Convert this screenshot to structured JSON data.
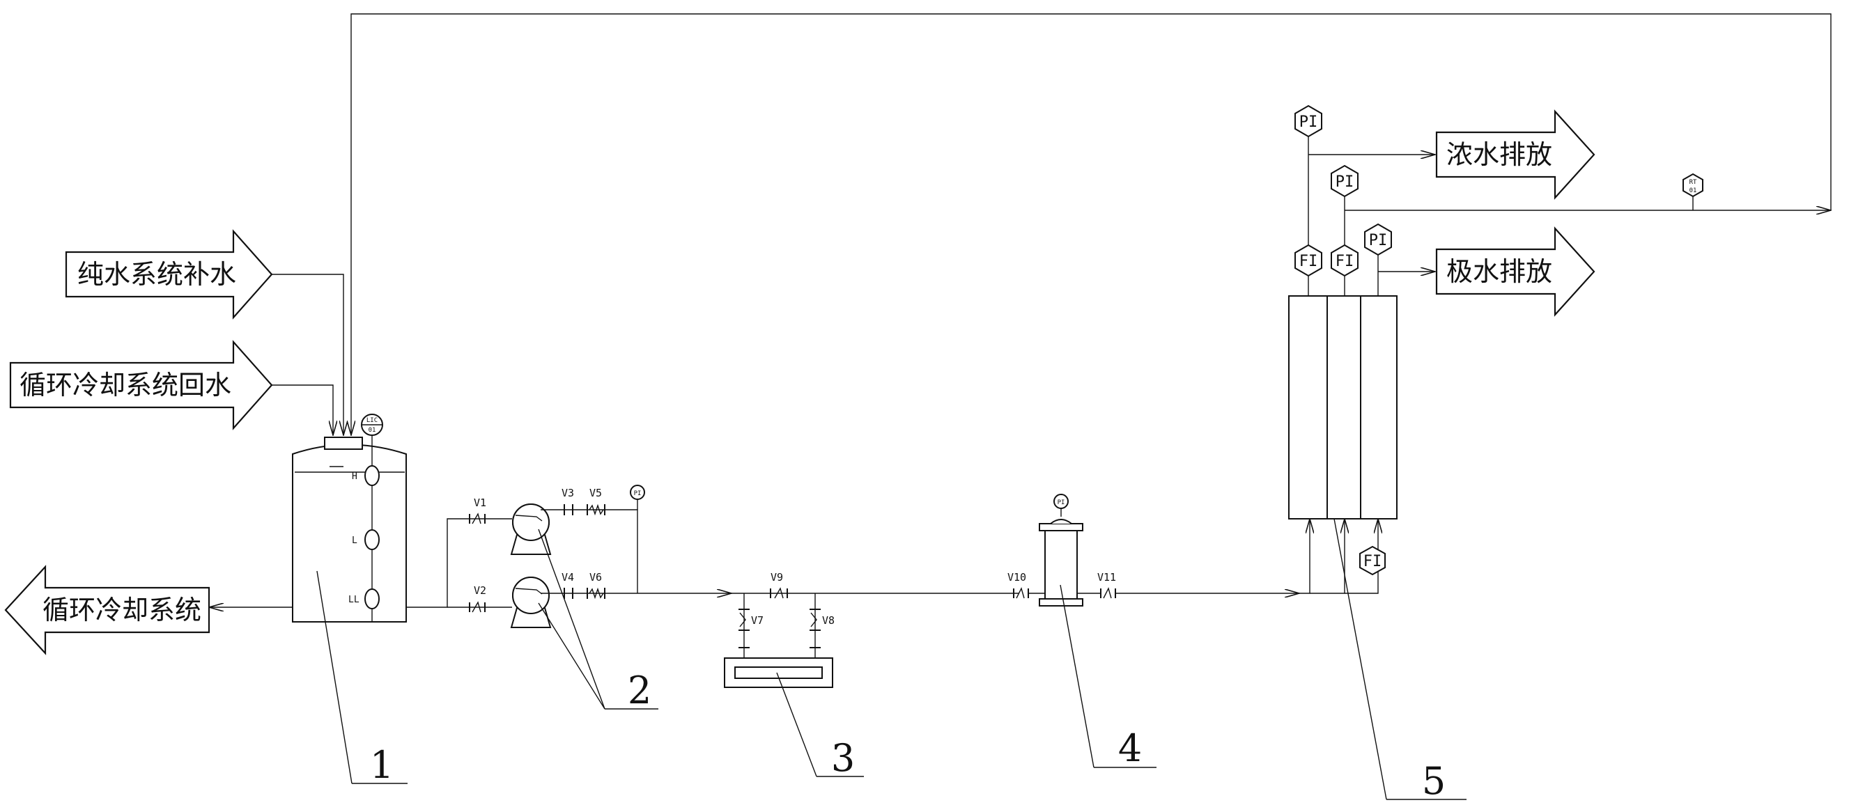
{
  "labels": {
    "pure_water_makeup": "纯水系统补水",
    "cooling_return": "循环冷却系统回水",
    "cooling_system": "循环冷却系统",
    "concentrate_discharge": "浓水排放",
    "electrode_water_discharge": "极水排放"
  },
  "callouts": {
    "tank": "1",
    "pumps": "2",
    "filter_3": "3",
    "filter_4": "4",
    "module_5": "5"
  },
  "valves": {
    "v1": "V1",
    "v2": "V2",
    "v3": "V3",
    "v4": "V4",
    "v5": "V5",
    "v6": "V6",
    "v7": "V7",
    "v8": "V8",
    "v9": "V9",
    "v10": "V10",
    "v11": "V11"
  },
  "instruments": {
    "pi": "PI",
    "fi": "FI",
    "pi_small": "PI",
    "lic_top": "LIC",
    "lic_bottom": "01",
    "rt_top": "RT",
    "rt_bottom": "01"
  },
  "levels": {
    "high": "H",
    "low": "L",
    "low_low": "LL"
  }
}
